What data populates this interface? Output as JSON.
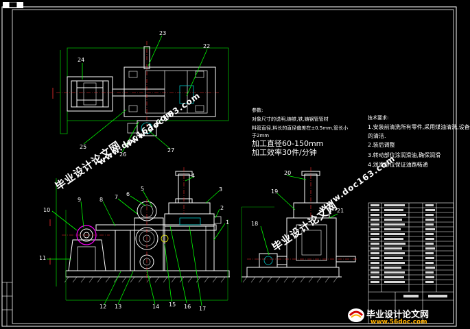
{
  "drawing": {
    "top_tag": "███",
    "callouts": [
      "1",
      "2",
      "3",
      "4",
      "5",
      "6",
      "7",
      "8",
      "9",
      "10",
      "11",
      "12",
      "13",
      "14",
      "15",
      "16",
      "17",
      "18",
      "19",
      "20",
      "21",
      "22",
      "23",
      "24",
      "25",
      "26",
      "27"
    ]
  },
  "tech_params": {
    "heading": "参数:",
    "line1": "对象尺寸的说明,铸铁,铁,铸钢管管材",
    "line2": "料管直径,料长的直径偏差在±0.5mm,管长小",
    "line3": "于2mm",
    "line4": "加工直径60-150mm",
    "line5": "加工效率30件/分钟"
  },
  "tech_requirements": {
    "heading": "技术要求:",
    "item1": "1.安装前清洗所有零件,采用煤油清洗,设备",
    "item1b": "的清洁.",
    "item2": "2.装后调整",
    "item3": "3.转动部位涂润滑油,确保润滑",
    "item4": "4.润滑部位保证油路畅通"
  },
  "watermarks": {
    "cn": "毕业设计论文网",
    "url": "www.doc163.com"
  },
  "brand": {
    "name": "毕业设计论文网",
    "url": "www.56doc.com"
  },
  "colors": {
    "line": "#ffffff",
    "cyan": "#00c8c8",
    "green": "#00ff00",
    "magenta": "#ff00ff",
    "red": "#ff3030",
    "yellow": "#ffff00",
    "orange": "#ffb000",
    "blue": "#3050ff"
  }
}
